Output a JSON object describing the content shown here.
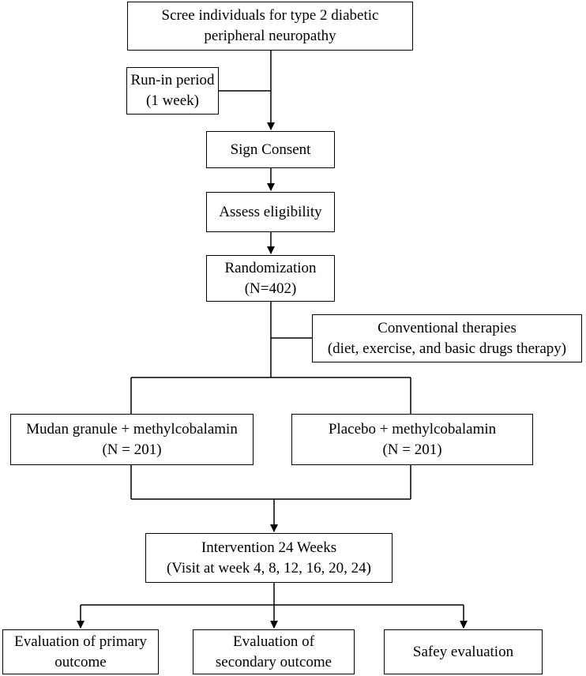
{
  "flowchart": {
    "screen": {
      "line1": "Scree individuals for type 2 diabetic",
      "line2": "peripheral neuropathy"
    },
    "run_in": {
      "line1": "Run-in period",
      "line2": "(1 week)"
    },
    "consent": {
      "line1": "Sign Consent"
    },
    "eligibility": {
      "line1": "Assess eligibility"
    },
    "randomization": {
      "line1": "Randomization",
      "line2": "(N=402)"
    },
    "conventional": {
      "line1": "Conventional therapies",
      "line2": "(diet, exercise, and basic drugs therapy)"
    },
    "mudan_arm": {
      "line1": "Mudan granule + methylcobalamin",
      "line2": "(N = 201)"
    },
    "placebo_arm": {
      "line1": "Placebo + methylcobalamin",
      "line2": "(N = 201)"
    },
    "intervention": {
      "line1": "Intervention 24 Weeks",
      "line2": "(Visit at week 4, 8, 12, 16, 20, 24)"
    },
    "primary_eval": {
      "line1": "Evaluation of primary",
      "line2": "outcome"
    },
    "secondary_eval": {
      "line1": "Evaluation of",
      "line2": "secondary outcome"
    },
    "safety_eval": {
      "line1": "Safey evaluation"
    }
  }
}
